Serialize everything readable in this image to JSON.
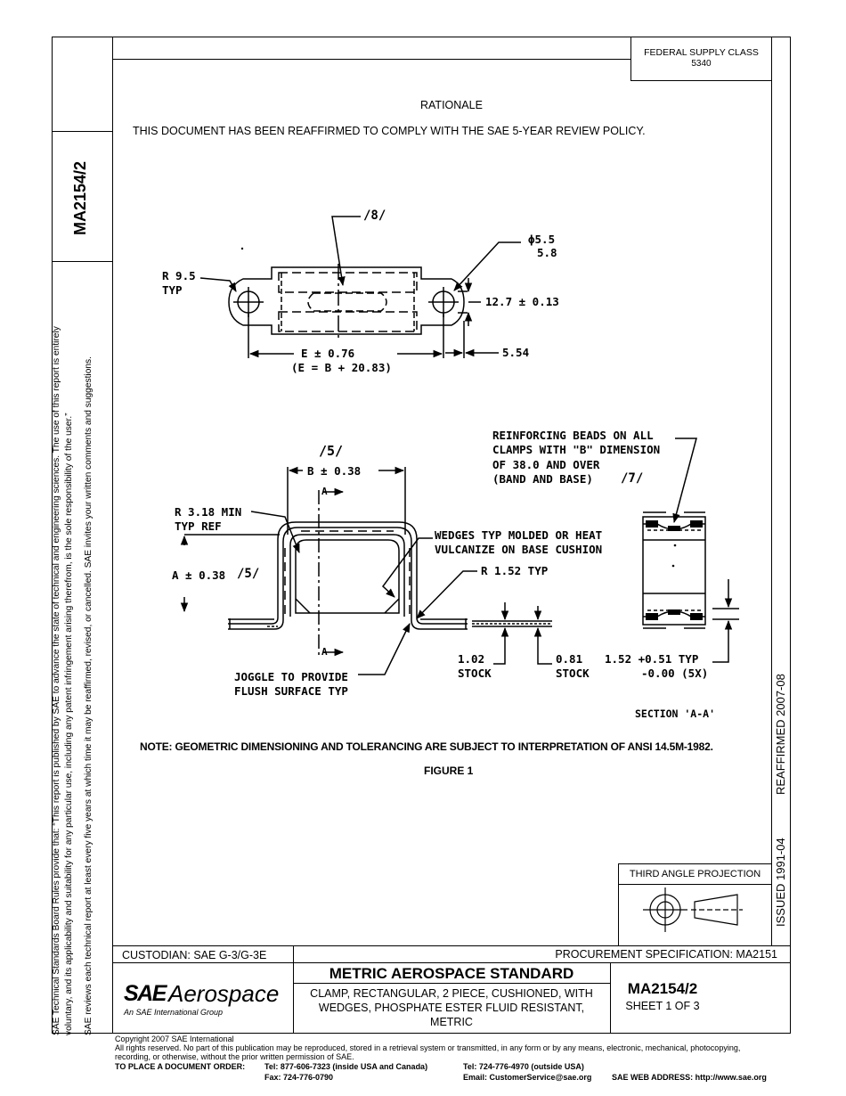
{
  "header": {
    "fsc_label": "FEDERAL SUPPLY CLASS",
    "fsc_value": "5340"
  },
  "left_margin": {
    "doc_number": "MA2154/2",
    "rules_line1": "SAE Technical Standards Board Rules provide that: “This report is published by SAE to advance the state of technical and engineering sciences. The use of this report is entirely",
    "rules_line2": "voluntary, and its applicability and suitability for any particular use, including any patent infringement arising therefrom, is the sole responsibility of the user.”",
    "review_line": "SAE reviews each technical report at least every five years at which time it may be reaffirmed, revised, or cancelled. SAE invites your written comments and suggestions."
  },
  "right_margin": {
    "reaffirmed": "REAFFIRMED 2007-08",
    "issued": "ISSUED 1991-04"
  },
  "rationale": {
    "title": "RATIONALE",
    "text": "THIS DOCUMENT HAS BEEN REAFFIRMED TO COMPLY WITH THE SAE 5-YEAR REVIEW POLICY."
  },
  "drawing": {
    "flag8": "/8/",
    "dia_upper": "ϕ5.5",
    "dia_lower": "5.8",
    "r95": "R 9.5",
    "typ": "TYP",
    "dim127": "12.7 ± 0.13",
    "e_dim": "E ± 0.76",
    "e_formula": "(E = B + 20.83)",
    "dim554": "5.54",
    "flag5_top": "/5/",
    "b_dim": "B ± 0.38",
    "a_mark_top": "A",
    "a_mark_bottom": "A",
    "r318": "R 3.18 MIN",
    "typ_ref": "TYP REF",
    "a_dim": "A ± 0.38",
    "flag5_side": "/5/",
    "wedges1": "WEDGES TYP MOLDED OR HEAT",
    "wedges2": "VULCANIZE ON BASE CUSHION",
    "r152": "R 1.52 TYP",
    "reinf1": "REINFORCING BEADS ON ALL",
    "reinf2": "CLAMPS WITH \"B\" DIMENSION",
    "reinf3": "OF 38.0 AND OVER",
    "reinf4": "(BAND AND BASE)",
    "flag7": "/7/",
    "stock102": "1.02",
    "stock_label1": "STOCK",
    "stock081": "0.81",
    "stock_label2": "STOCK",
    "bead_dim": "1.52 +0.51 TYP",
    "bead_tol": "-0.00 (5X)",
    "joggle1": "JOGGLE TO PROVIDE",
    "joggle2": "FLUSH SURFACE TYP",
    "section": "SECTION 'A-A'"
  },
  "note": "NOTE:  GEOMETRIC DIMENSIONING AND TOLERANCING ARE SUBJECT TO INTERPRETATION OF ANSI 14.5M-1982.",
  "figure_caption": "FIGURE 1",
  "projection": {
    "label": "THIRD ANGLE PROJECTION"
  },
  "title_block": {
    "custodian": "CUSTODIAN:  SAE G-3/G-3E",
    "procurement": "PROCUREMENT SPECIFICATION:  MA2151",
    "logo_sae": "SAE",
    "logo_aerospace": "Aerospace",
    "logo_tagline": "An SAE International Group",
    "standard_title": "METRIC AEROSPACE STANDARD",
    "desc1": "CLAMP, RECTANGULAR, 2 PIECE, CUSHIONED, WITH",
    "desc2": "WEDGES, PHOSPHATE ESTER FLUID RESISTANT,",
    "desc3": "METRIC",
    "doc_number": "MA2154/2",
    "sheet": "SHEET 1 OF 3"
  },
  "footer": {
    "copyright": "Copyright 2007 SAE International",
    "rights1": "All rights reserved. No part of this publication may be reproduced, stored in a retrieval system or transmitted, in any form or by any means, electronic, mechanical, photocopying,",
    "rights2": "recording, or otherwise, without the prior written permission of SAE.",
    "order_label": "TO PLACE A DOCUMENT ORDER:",
    "tel_usa": "Tel: 877-606-7323 (inside USA and Canada)",
    "fax": "Fax: 724-776-0790",
    "tel_outside": "Tel: 724-776-4970 (outside USA)",
    "email": "Email:  CustomerService@sae.org",
    "web": "SAE WEB ADDRESS: http://www.sae.org"
  }
}
